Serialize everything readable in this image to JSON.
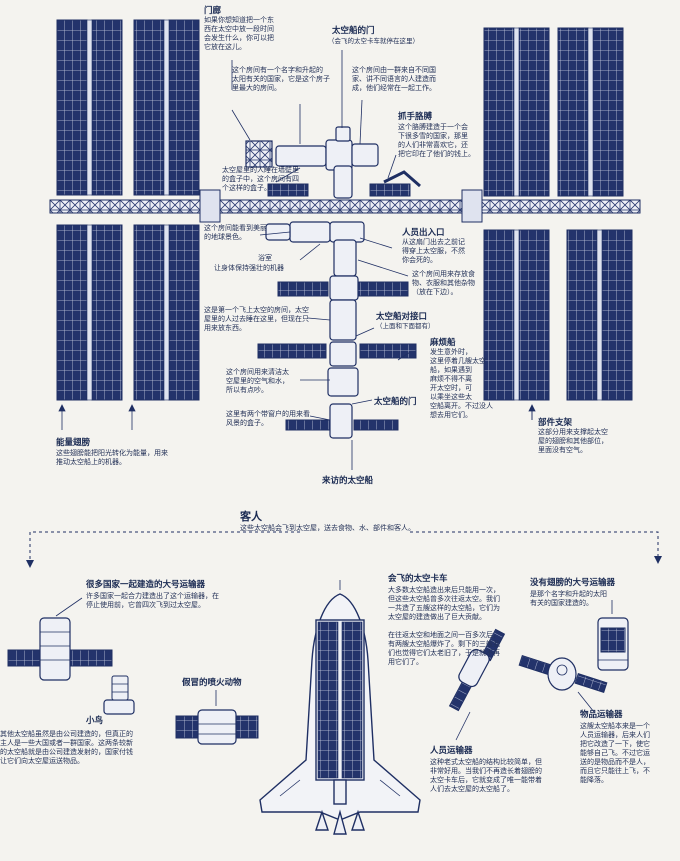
{
  "colors": {
    "navy": "#1f2f63",
    "panel": "#23336b",
    "paper": "#f4f3ef",
    "grid": "#c9cfe2",
    "ink": "#243258"
  },
  "station": {
    "porch": {
      "title": "门廊",
      "text": "如果你想知道把一个东\n西在太空中放一段时间\n会发生什么，你可以把\n它放在这儿。"
    },
    "door_top": {
      "title": "太空船的门",
      "text": "（会飞的太空卡车就停在这里）"
    },
    "room_sun": {
      "text": "这个房间有一个名字和升起的\n太阳有关的国家，它是这个房子\n里最大的房间。"
    },
    "room_people": {
      "text": "这个房间由一群来自不同国\n家、讲不同语言的人建造而\n成，他们经常在一起工作。"
    },
    "arm": {
      "title": "抓手胳膊",
      "text": "这个胳膊建造于一个会\n下很多雪的国家，那里\n的人们非常喜欢它，还\n把它印在了他们的钱上。"
    },
    "sleep_room": {
      "text": "太空屋里的人睡在墙壁里\n的盒子中，这个房间有四\n个这样的盒子。"
    },
    "view_room": {
      "text": "这个房间能看到美丽\n的地球景色。"
    },
    "bath": {
      "text": "浴室"
    },
    "fitness": {
      "text": "让身体保持强壮的机器"
    },
    "entry": {
      "title": "人员出入口",
      "text": "从这扇门出去之前记\n得穿上太空服，不然\n你会死的。"
    },
    "storage": {
      "text": "这个房间用来存放食\n物、衣服和其他杂物\n（放在下边）。"
    },
    "first_room": {
      "text": "这是第一个飞上太空的房间，太空\n屋里的人过去睡在这里，但现在只\n用来放东西。"
    },
    "dock": {
      "title": "太空船对接口",
      "text": "（上面和下面都有）"
    },
    "trouble": {
      "title": "麻烦船",
      "text": "发生意外时，\n这里停着几艘太空\n船，如果遇到\n麻烦不得不离\n开太空时，可\n以乘坐这些太\n空船离开。不过没人\n想去用它们。"
    },
    "air_room": {
      "text": "这个房间用来清洁太\n空屋里的空气和水，\n所以有点吵。"
    },
    "door_bottom": {
      "title": "太空船的门"
    },
    "window_box": {
      "text": "这里有两个带窗户的用来看\n风景的盒子。"
    },
    "visitor": {
      "title": "来访的太空船"
    },
    "wings": {
      "title": "能量翅膀",
      "text": "这些翅膀能把阳光转化为能量，用来\n推动太空船上的机器。"
    },
    "support": {
      "title": "部件支架",
      "text": "这部分用来支撑起太空\n屋的翅膀和其他部位，\n里面没有空气。"
    }
  },
  "guests": {
    "title": "客人",
    "subtitle": "这些太空船会飞到太空屋，送去食物、水、部件和客人。",
    "big_multi": {
      "title": "很多国家一起建造的大号运输器",
      "text": "许多国家一起合力建造出了这个运输器，在\n停止使用前，它曾四次飞到过太空屋。"
    },
    "bird": {
      "title": "小鸟"
    },
    "dragon": {
      "title": "假冒的喷火动物"
    },
    "company": {
      "text": "其他太空船虽然是由公司建造的，但真正的\n主人是一些大国或者一群国家。这两条较新\n的太空船就是由公司建造发射的，国家付钱\n让它们向太空屋运送物品。"
    },
    "shuttle": {
      "title": "会飞的太空卡车",
      "text": "大多数太空船造出来后只能用一次，\n但这些太空船曾多次往返太空。我们\n一共造了五艘这样的太空船，它们为\n太空屋的建造做出了巨大贡献。\n\n在往返太空和地面之间一百多次后，\n有两艘太空船爆炸了。剩下的三艘我\n们也觉得它们太老旧了，于是就不再\n用它们了。"
    },
    "wingless": {
      "title": "没有翅膀的大号运输器",
      "text": "是那个名字和升起的太阳\n有关的国家建造的。"
    },
    "cargo": {
      "title": "物品运输器",
      "text": "这艘太空船本来是一个\n人员运输器，后来人们\n把它改造了一下，使它\n能够自己飞。不过它运\n送的是物品而不是人，\n而且它只能往上飞，不\n能降落。"
    },
    "crew": {
      "title": "人员运输器",
      "text": "这种老式太空船的结构比较简单，但\n非常好用。当我们不再造长着翅膀的\n太空卡车后，它就变成了唯一能带着\n人们去太空屋的太空船了。"
    }
  }
}
